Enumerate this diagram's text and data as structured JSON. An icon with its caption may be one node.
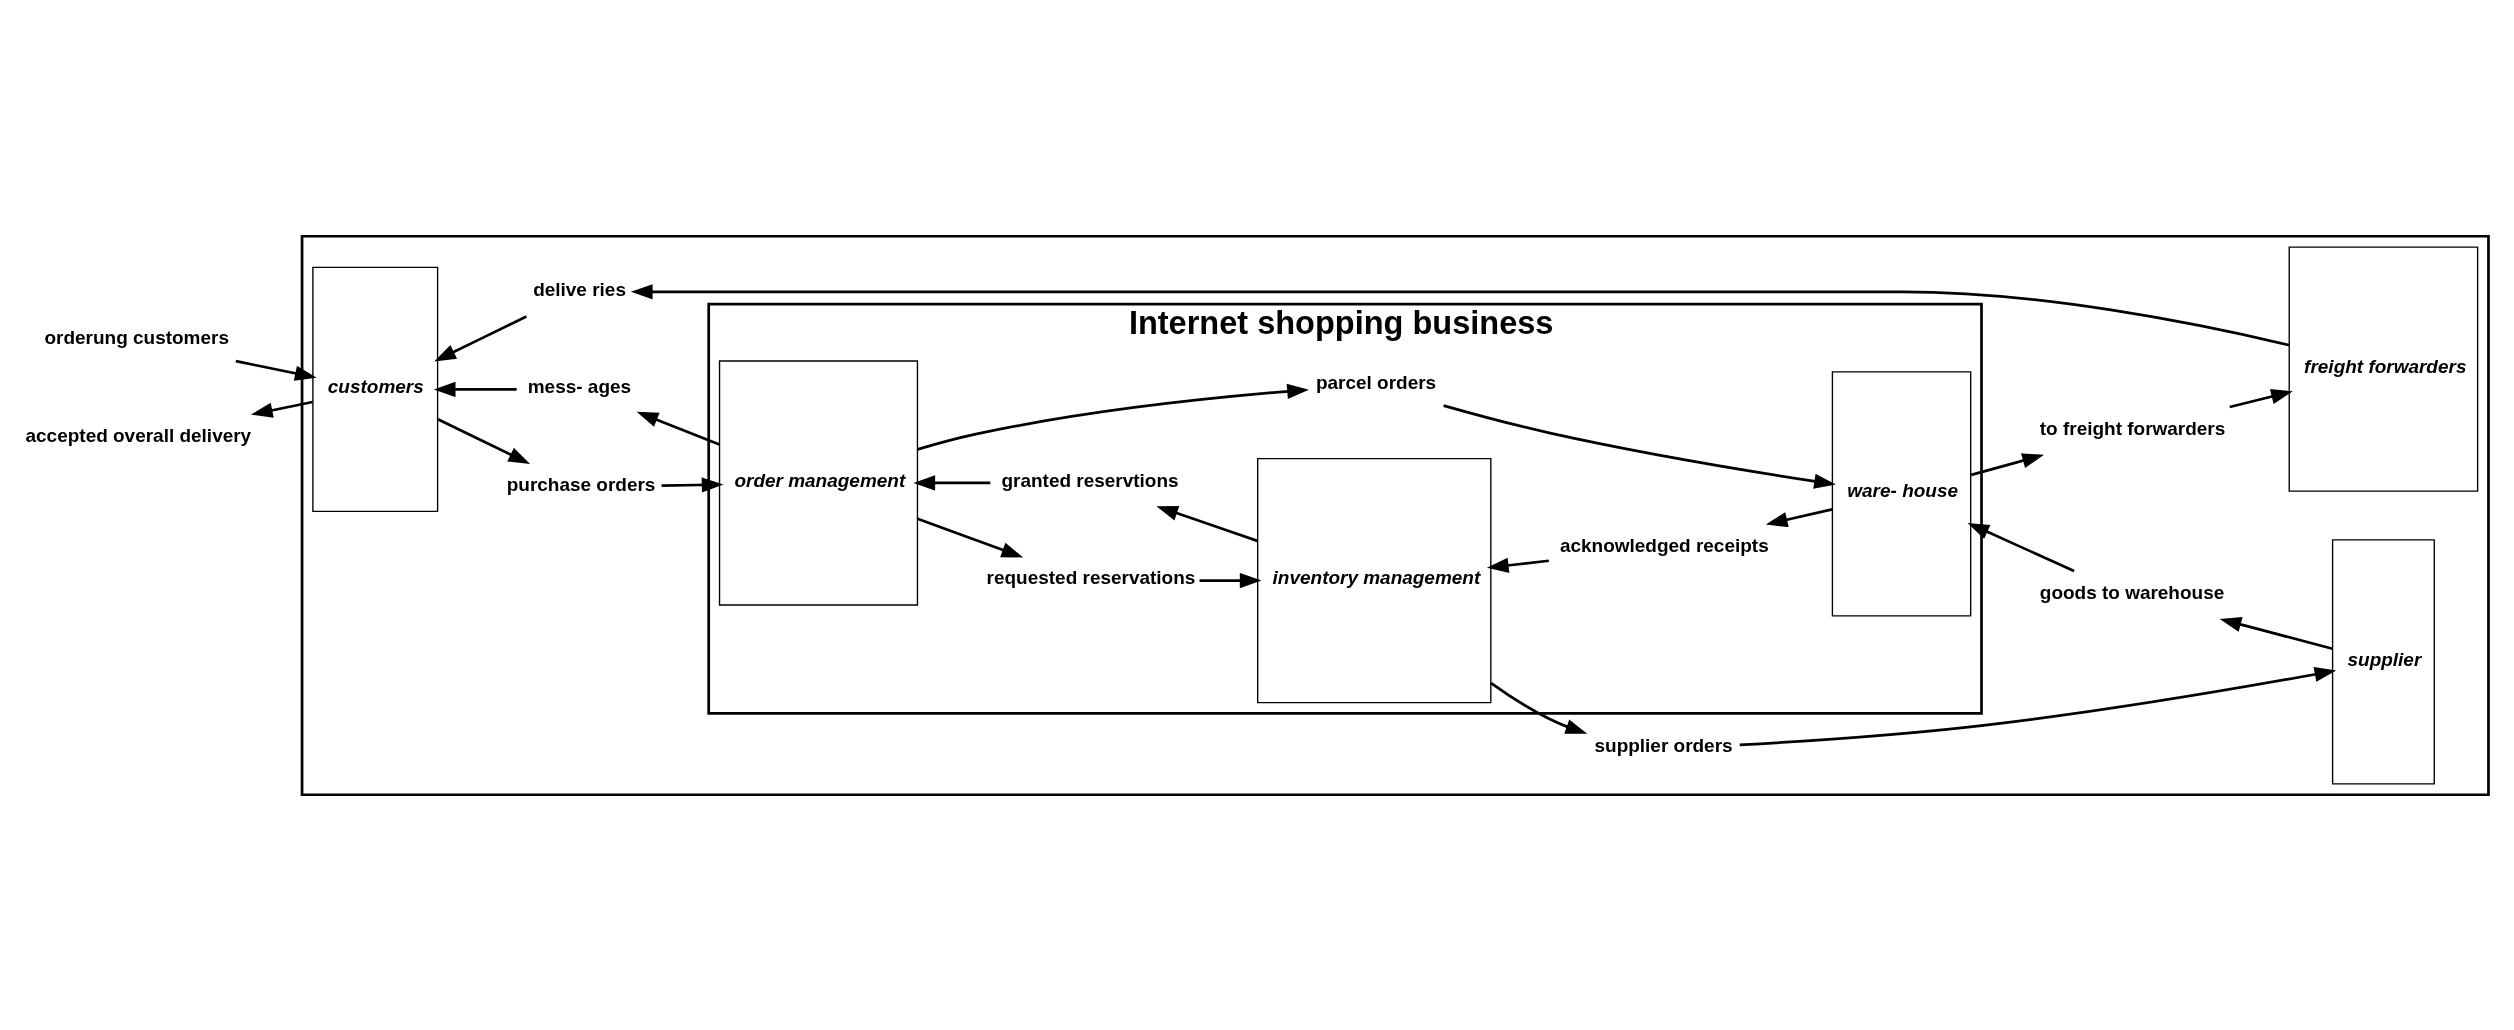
{
  "diagram": {
    "nodes": [
      {
        "text": [],
        "shape": "box"
      },
      {
        "text": [
          "Internet shopping business"
        ],
        "in": 0
      },
      {
        "text": [
          "customers"
        ],
        "in": 0
      },
      {
        "text": [
          "order management"
        ],
        "in": 1
      },
      {
        "text": [
          "inventory management"
        ],
        "in": 1
      },
      {
        "text": [
          "ware- house"
        ],
        "in": 1
      },
      {
        "text": [
          "supplier"
        ],
        "in": 0
      },
      {
        "text": [
          "freight forwarders"
        ],
        "in": 0
      },
      {
        "text": [
          "orderung customers"
        ]
      },
      {
        "text": [
          "purchase orders"
        ],
        "in": 0
      },
      {
        "text": [
          "requested reservations"
        ],
        "in": 1
      },
      {
        "text": [
          "supplier orders"
        ],
        "in": 0
      },
      {
        "text": [
          "granted reservtions"
        ],
        "in": 1
      },
      {
        "text": [
          "acknowledged receipts"
        ],
        "in": 1
      },
      {
        "text": [
          "goods to warehouse"
        ],
        "in": 0
      },
      {
        "text": [
          "mess- ages"
        ],
        "in": 0
      },
      {
        "text": [
          "parcel orders"
        ],
        "in": 1
      },
      {
        "text": [
          "to freight forwarders"
        ],
        "in": 0
      },
      {
        "text": [
          "accepted overall delivery"
        ]
      },
      {
        "text": [
          "delive ries"
        ],
        "in": 0
      }
    ],
    "edges": [
      {
        "from": 8,
        "to": 2,
        "arrow": "to"
      },
      {
        "from": 2,
        "to": 9,
        "arrow": "to"
      },
      {
        "from": 9,
        "to": 3,
        "arrow": "to"
      },
      {
        "from": 3,
        "to": 10,
        "arrow": "to"
      },
      {
        "from": 10,
        "to": 4,
        "arrow": "to"
      },
      {
        "from": 4,
        "to": 11,
        "arrow": "to"
      },
      {
        "from": 11,
        "to": 6,
        "arrow": "to"
      },
      {
        "from": 6,
        "to": 14,
        "arrow": "to"
      },
      {
        "from": 14,
        "to": 5,
        "arrow": "to"
      },
      {
        "from": 5,
        "to": 13,
        "arrow": "to"
      },
      {
        "from": 13,
        "to": 4,
        "arrow": "to"
      },
      {
        "from": 4,
        "to": 12,
        "arrow": "to"
      },
      {
        "from": 12,
        "to": 3,
        "arrow": "to"
      },
      {
        "from": 3,
        "to": 15,
        "arrow": "to"
      },
      {
        "from": 15,
        "to": 2,
        "arrow": "to"
      },
      {
        "from": 3,
        "to": 16,
        "arrow": "to"
      },
      {
        "from": 16,
        "to": 5,
        "arrow": "to"
      },
      {
        "from": 5,
        "to": 17,
        "arrow": "to"
      },
      {
        "from": 17,
        "to": 7,
        "arrow": "to"
      },
      {
        "from": 7,
        "to": 19,
        "arrow": "to"
      },
      {
        "from": 19,
        "to": 2,
        "arrow": "to"
      },
      {
        "from": 2,
        "to": 18,
        "arrow": "to"
      }
    ]
  }
}
